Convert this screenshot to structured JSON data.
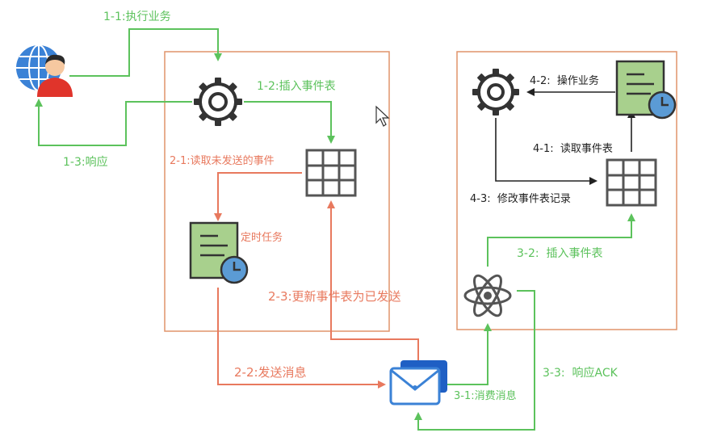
{
  "labels": {
    "l1_1": "1-1:执行业务",
    "l1_2": "1-2:插入事件表",
    "l1_3": "1-3:响应",
    "l2_1": "2-1:读取未发送的事件",
    "timer_task": "定时任务",
    "l2_3": "2-3:更新事件表为已发送",
    "l2_2": "2-2:发送消息",
    "l3_1": "3-1:消费消息",
    "l3_2": "3-2:  插入事件表",
    "l3_3": "3-3:  响应ACK",
    "l4_1": "4-1:  读取事件表",
    "l4_2": "4-2:  操作业务",
    "l4_3": "4-3:  修改事件表记录"
  },
  "colors": {
    "green": "#5cc25c",
    "red": "#e8795e",
    "box_border": "#e0946a",
    "dark": "#222222",
    "doc_fill": "#a8d08d",
    "clock": "#5b9bd5",
    "mail": "#3b82d6",
    "globe": "#3b82d6",
    "person": "#e0342b"
  },
  "icons": [
    "user-globe-icon",
    "gear-icon",
    "table-icon",
    "timer-document-icon",
    "mail-icon",
    "atom-icon",
    "cursor-icon"
  ]
}
